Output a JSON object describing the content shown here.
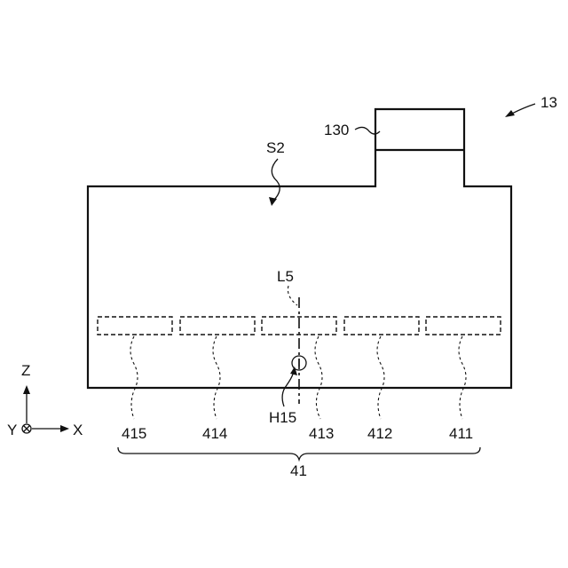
{
  "figure": {
    "ref_assembly": "13",
    "ref_top_part": "130",
    "ref_space": "S2",
    "ref_line": "L5",
    "ref_hole": "H15",
    "ref_group": "41",
    "segments": [
      "415",
      "414",
      "413",
      "412",
      "411"
    ]
  },
  "axes": {
    "z_label": "Z",
    "y_label": "Y",
    "x_label": "X"
  }
}
